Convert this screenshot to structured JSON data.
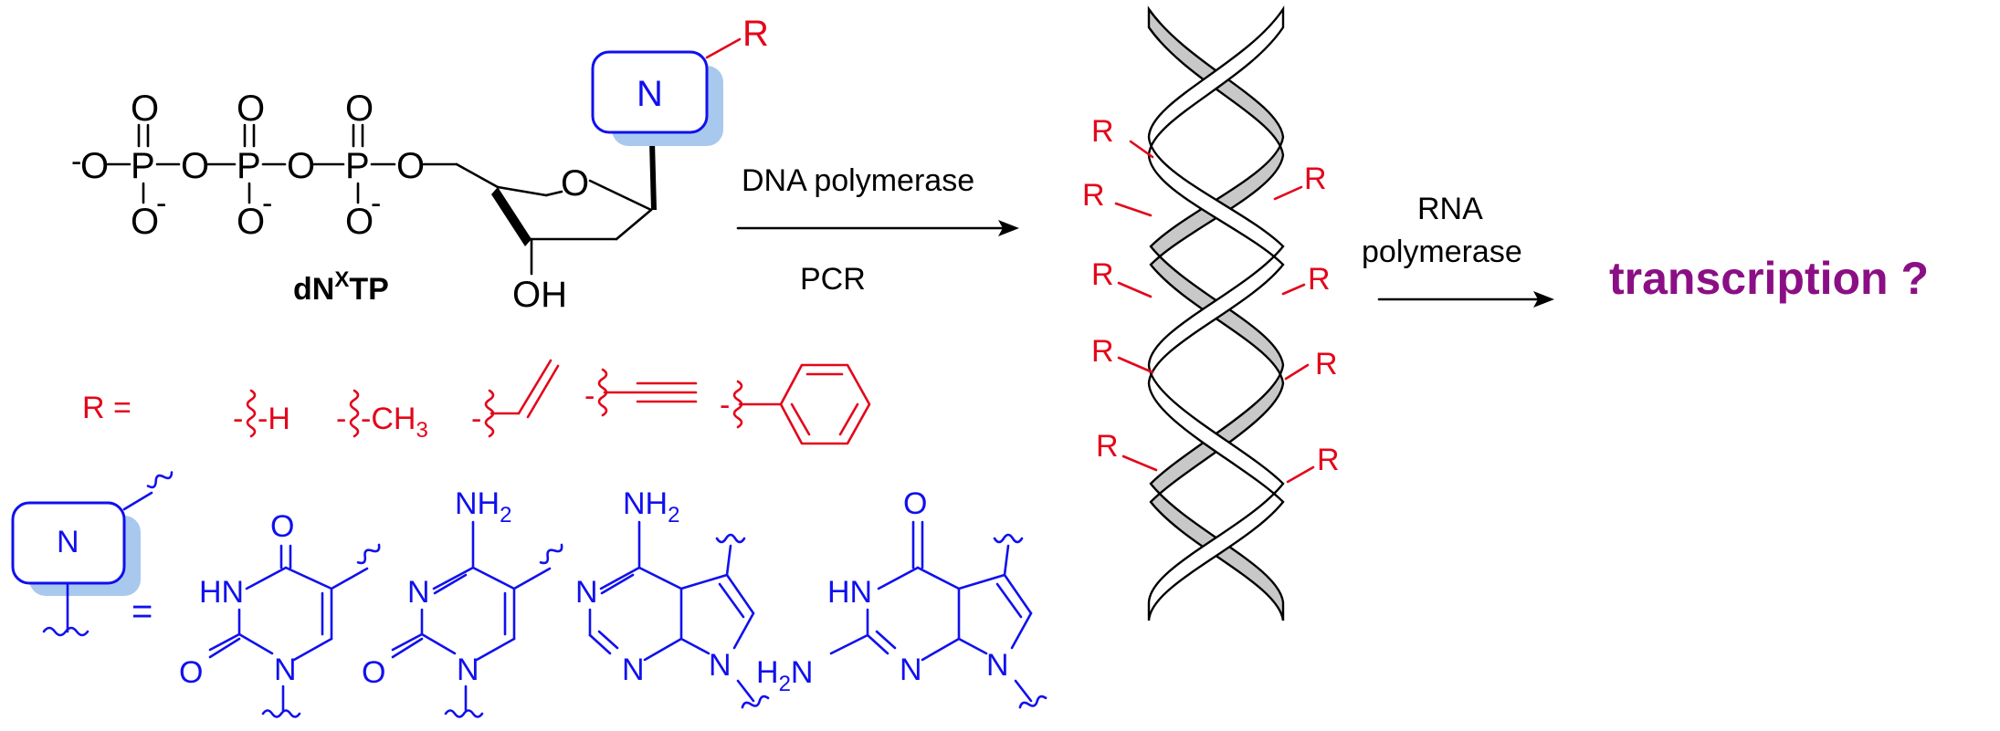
{
  "nucleotide": {
    "name": "dN",
    "name_sup": "X",
    "name_end": "TP",
    "r_label": "R",
    "n_label": "N",
    "oh": "OH",
    "o": "O",
    "p": "P",
    "neg": "-"
  },
  "reaction1": {
    "above": "DNA polymerase",
    "below": "PCR"
  },
  "reaction2": {
    "above_line1": "RNA",
    "above_line2": "polymerase"
  },
  "product": {
    "label": "transcription ?",
    "color": "#8b0f84"
  },
  "substituents": {
    "r_equals": "R =",
    "h": "-H",
    "ch3": "-CH",
    "ch3_sub": "3",
    "vinyl": "-",
    "ethynyl": "-",
    "phenyl": "-"
  },
  "nucleobases": {
    "n_label": "N",
    "equals": "=",
    "nh2": "NH",
    "nh2_sub": "2",
    "h2n": "H",
    "h2n_sub": "2",
    "h2n_n": "N",
    "o": "O",
    "hn": "HN",
    "n": "N"
  },
  "helix": {
    "r_label": "R"
  },
  "colors": {
    "red": "#e3061a",
    "blue": "#1010ee",
    "black": "#000000",
    "purple": "#8b0f84",
    "grey": "#c8c8c8",
    "shadow": "#a9c8ee"
  }
}
